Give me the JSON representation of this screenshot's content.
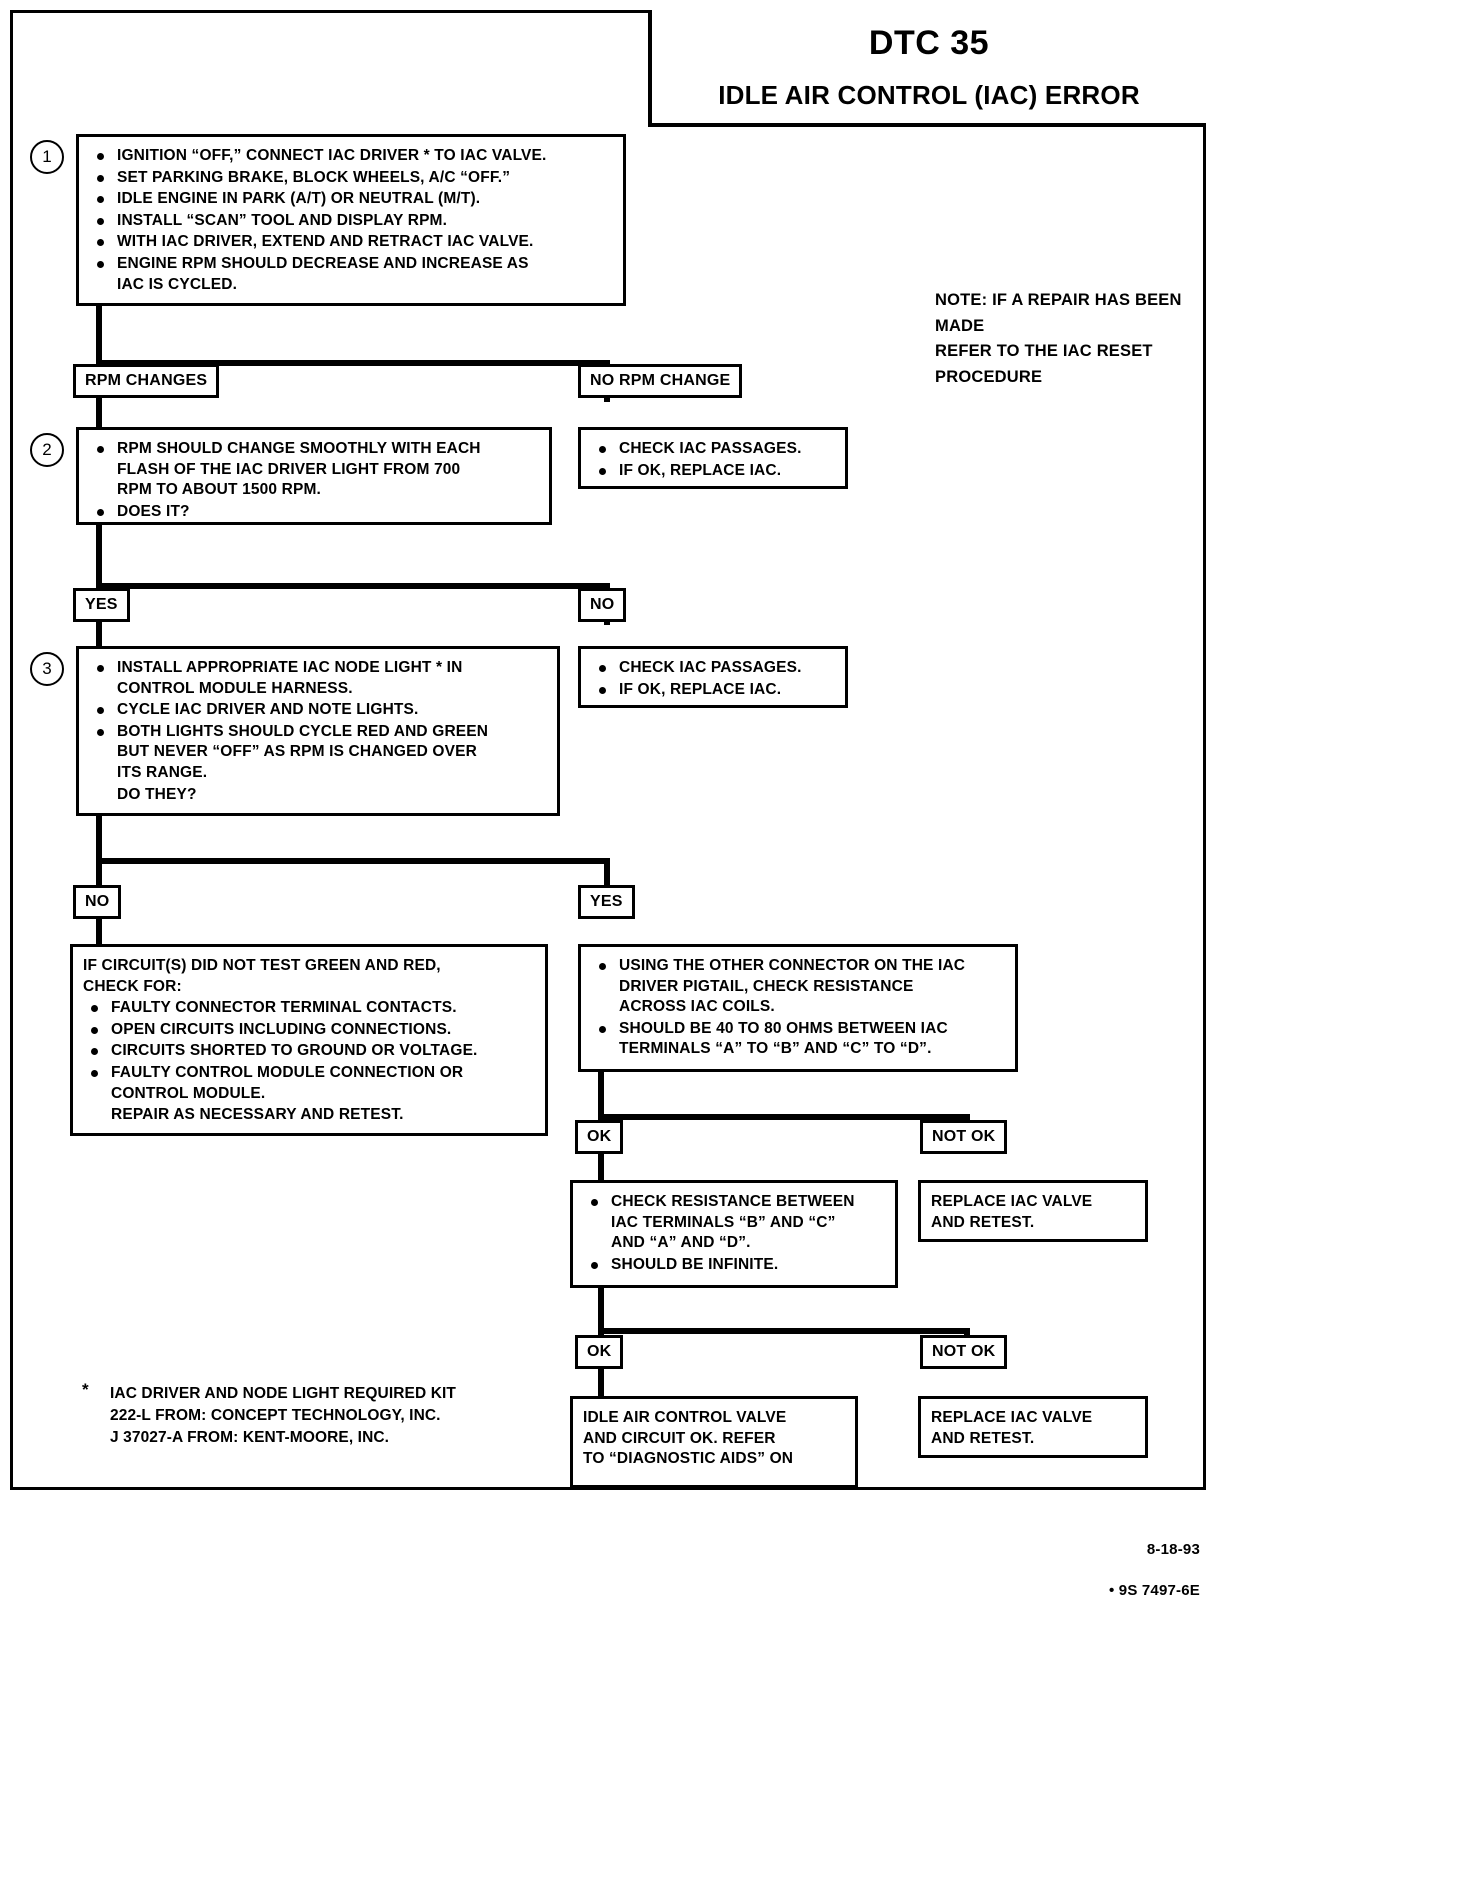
{
  "header": {
    "dtc_code": "DTC 35",
    "title": "IDLE AIR CONTROL (IAC) ERROR"
  },
  "note": {
    "text": "NOTE:  IF A REPAIR HAS BEEN MADE\nREFER TO THE IAC RESET PROCEDURE"
  },
  "steps": {
    "step1": {
      "number": "1",
      "items": [
        "IGNITION “OFF,” CONNECT IAC DRIVER * TO IAC VALVE.",
        "SET PARKING BRAKE, BLOCK WHEELS, A/C “OFF.”",
        "IDLE ENGINE IN PARK (A/T) OR NEUTRAL (M/T).",
        "INSTALL “SCAN” TOOL AND DISPLAY RPM.",
        "WITH IAC DRIVER, EXTEND AND RETRACT IAC VALVE.",
        "ENGINE RPM SHOULD DECREASE AND INCREASE AS\nIAC IS CYCLED."
      ]
    },
    "step2": {
      "number": "2",
      "items": [
        "RPM SHOULD CHANGE SMOOTHLY WITH EACH\nFLASH OF THE IAC DRIVER LIGHT FROM 700\nRPM TO ABOUT 1500 RPM.",
        "DOES IT?"
      ]
    },
    "step3": {
      "number": "3",
      "items": [
        "INSTALL APPROPRIATE IAC NODE LIGHT * IN\nCONTROL MODULE HARNESS.",
        "CYCLE IAC DRIVER AND NOTE LIGHTS.",
        "BOTH LIGHTS SHOULD CYCLE RED AND GREEN\nBUT NEVER “OFF” AS RPM IS CHANGED OVER\nITS RANGE."
      ],
      "trailing": "DO THEY?"
    }
  },
  "branch_labels": {
    "rpm_changes": "RPM CHANGES",
    "no_rpm_change": "NO RPM CHANGE",
    "yes_1": "YES",
    "no_1": "NO",
    "no_2": "NO",
    "yes_2": "YES",
    "ok_1": "OK",
    "not_ok_1": "NOT OK",
    "ok_2": "OK",
    "not_ok_2": "NOT OK"
  },
  "boxes": {
    "check_iac_1": [
      "CHECK IAC PASSAGES.",
      "IF OK, REPLACE IAC."
    ],
    "check_iac_2": [
      "CHECK IAC PASSAGES.",
      "IF OK, REPLACE IAC."
    ],
    "circuits_fail": {
      "intro": "IF CIRCUIT(S) DID NOT TEST GREEN AND RED,\nCHECK FOR:",
      "items": [
        "FAULTY CONNECTOR TERMINAL CONTACTS.",
        "OPEN CIRCUITS INCLUDING CONNECTIONS.",
        "CIRCUITS SHORTED TO GROUND OR VOLTAGE.",
        "FAULTY CONTROL MODULE CONNECTION OR\nCONTROL MODULE."
      ],
      "trailing": "REPAIR AS NECESSARY AND RETEST."
    },
    "resistance_check": [
      "USING THE OTHER CONNECTOR ON THE IAC\nDRIVER PIGTAIL, CHECK RESISTANCE\nACROSS IAC COILS.",
      "SHOULD BE 40 TO 80 OHMS BETWEEN IAC\nTERMINALS “A” TO “B” AND “C” TO “D”."
    ],
    "replace_iac_1": "REPLACE IAC VALVE\nAND RETEST.",
    "resistance_check_2": [
      "CHECK RESISTANCE BETWEEN\nIAC TERMINALS “B” AND “C”\nAND “A” AND “D”.",
      "SHOULD BE INFINITE."
    ],
    "replace_iac_2": "REPLACE IAC VALVE\nAND RETEST.",
    "iac_ok": "IDLE AIR CONTROL VALVE\nAND CIRCUIT OK.  REFER\nTO “DIAGNOSTIC AIDS” ON"
  },
  "footnote": {
    "star": "*",
    "text": "IAC DRIVER AND NODE LIGHT REQUIRED KIT\n222-L FROM:  CONCEPT TECHNOLOGY, INC.\nJ 37027-A FROM:  KENT-MOORE, INC."
  },
  "stamp": {
    "date": "8-18-93",
    "part": "• 9S 7497-6E"
  }
}
